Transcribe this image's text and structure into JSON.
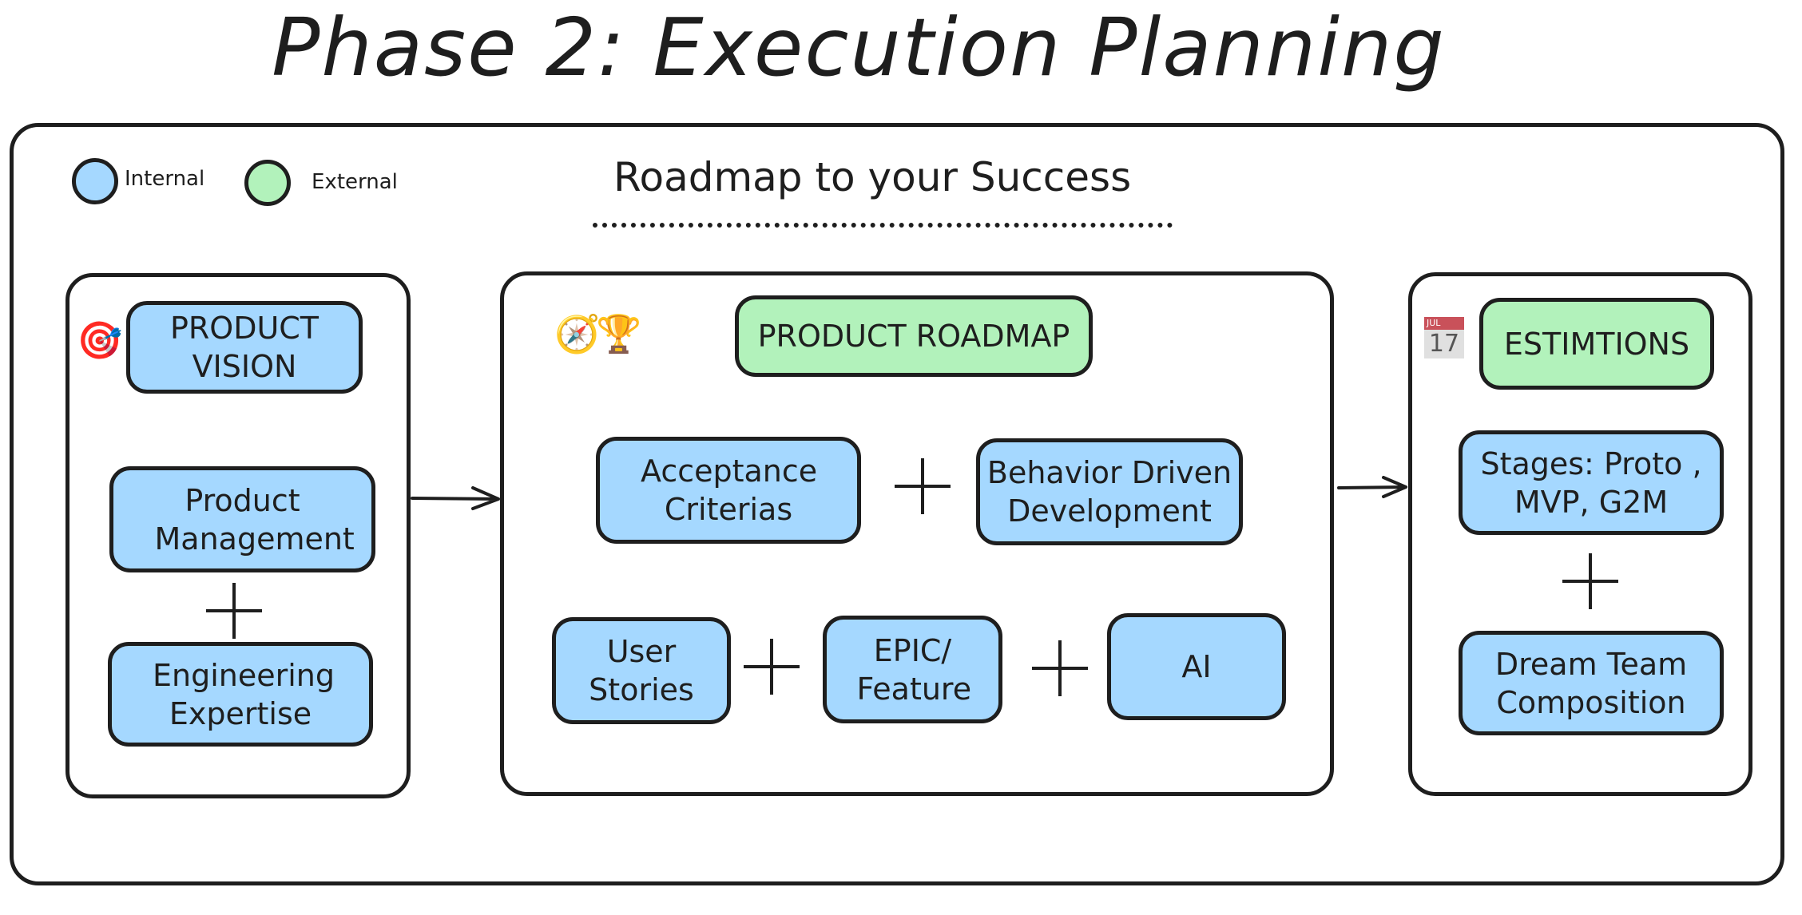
{
  "title": "Phase 2: Execution Planning",
  "subtitle": "Roadmap to your Success",
  "legend": [
    {
      "label": "Internal",
      "color": "#a5d8ff"
    },
    {
      "label": "External",
      "color": "#b2f2bb"
    }
  ],
  "colors": {
    "internal": "#a5d8ff",
    "external": "#b2f2bb",
    "stroke": "#1e1e1e"
  },
  "panels": {
    "vision": {
      "icon": "direct-hit-target-icon",
      "icon_glyph": "🎯",
      "header": "PRODUCT VISION",
      "header_type": "internal",
      "items": [
        "Product Management",
        "Engineering Expertise"
      ],
      "operators": [
        "+"
      ]
    },
    "roadmap": {
      "icons": [
        "compass-icon",
        "trophy-icon"
      ],
      "icon_glyphs": [
        "🧭",
        "🏆"
      ],
      "header": "PRODUCT ROADMAP",
      "header_type": "external",
      "row1": [
        "Acceptance Criterias",
        "Behavior Driven Development"
      ],
      "row2": [
        "User Stories",
        "EPIC/ Feature",
        "AI"
      ],
      "operators": [
        "+",
        "+",
        "+"
      ]
    },
    "estimations": {
      "icon": "calendar-icon",
      "calendar": {
        "month": "JUL",
        "day": "17"
      },
      "header": "ESTIMTIONS",
      "header_type": "external",
      "items": [
        "Stages: Proto , MVP, G2M",
        "Dream Team Composition"
      ],
      "operators": [
        "+"
      ]
    }
  },
  "connectors": [
    {
      "from": "vision",
      "to": "roadmap",
      "type": "arrow"
    },
    {
      "from": "roadmap",
      "to": "estimations",
      "type": "arrow"
    }
  ]
}
